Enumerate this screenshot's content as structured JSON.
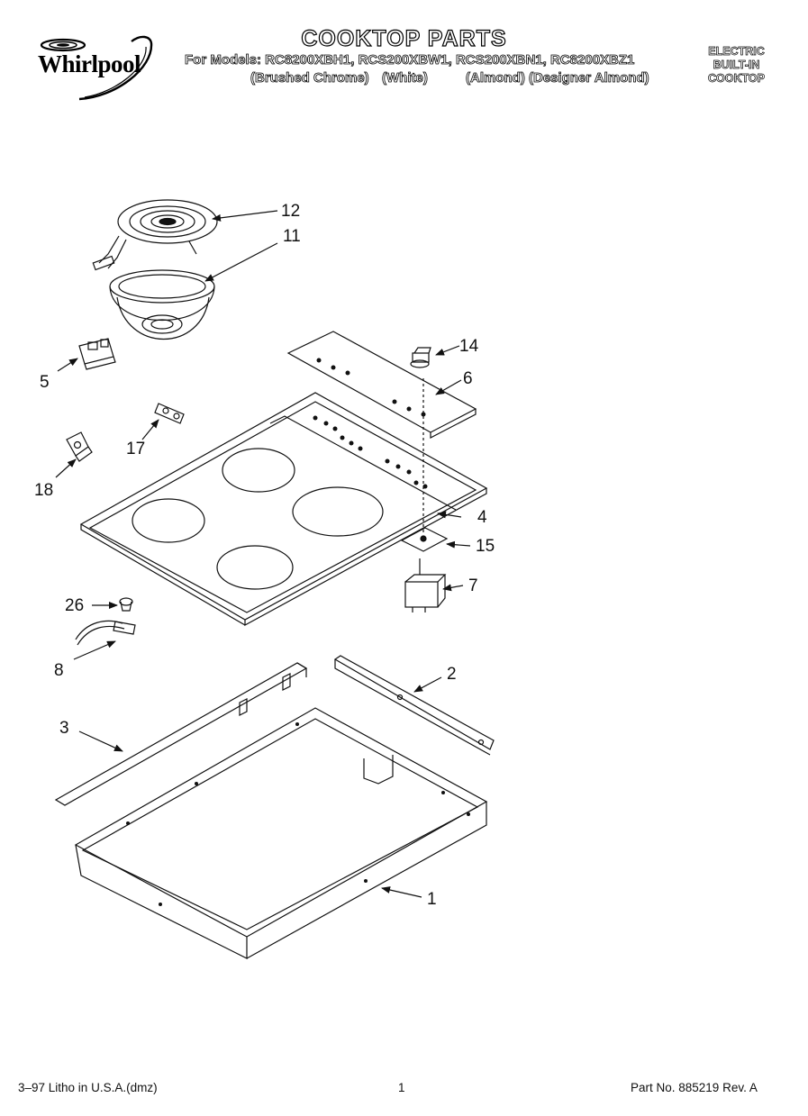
{
  "brand": "Whirlpool",
  "title": "COOKTOP PARTS",
  "models_prefix": "For Models:",
  "models": [
    "RC8200XBH1,",
    "RCS200XBW1,",
    "RCS200XBN1,",
    "RC8200XBZ1"
  ],
  "model_colors": [
    "(Brushed Chrome)",
    "(White)",
    "(Almond)",
    "(Designer Almond)"
  ],
  "appliance_type": [
    "ELECTRIC",
    "BUILT-IN",
    "COOKTOP"
  ],
  "callouts": [
    "12",
    "11",
    "5",
    "14",
    "6",
    "17",
    "18",
    "4",
    "15",
    "7",
    "26",
    "8",
    "2",
    "3",
    "1"
  ],
  "footer": {
    "print_info": "3–97 Litho in U.S.A.(dmz)",
    "page": "1",
    "part_no": "Part No. 885219 Rev. A"
  }
}
